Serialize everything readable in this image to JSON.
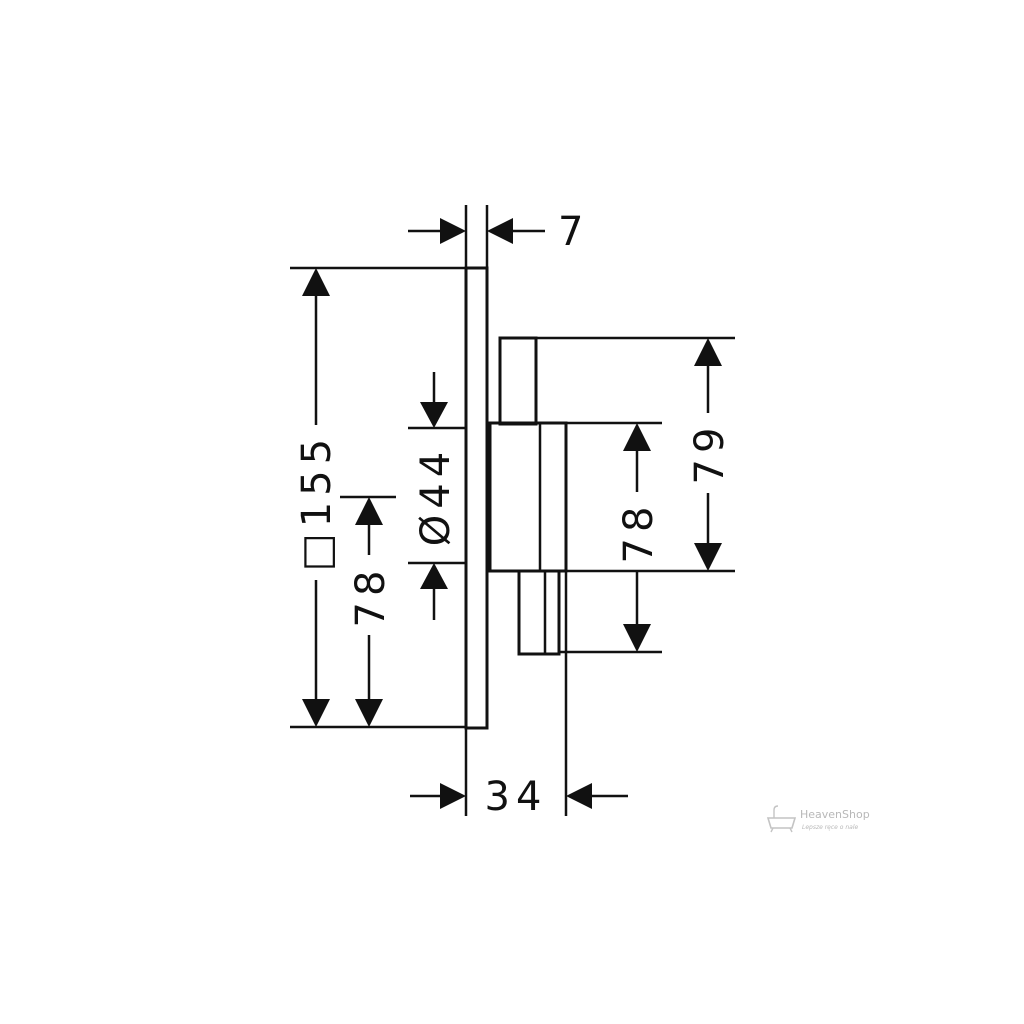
{
  "drawing": {
    "dimensions": {
      "plate_thickness": "7",
      "plate_square_size": "□155",
      "left_center_height": "78",
      "diameter": "Ø44",
      "body_height": "78",
      "knob_height": "79",
      "total_depth": "34"
    },
    "line_color": "#111111",
    "background_color": "#ffffff"
  },
  "watermark": {
    "brand": "HeavenShop",
    "tagline": "Lepsze ręce o nale"
  }
}
